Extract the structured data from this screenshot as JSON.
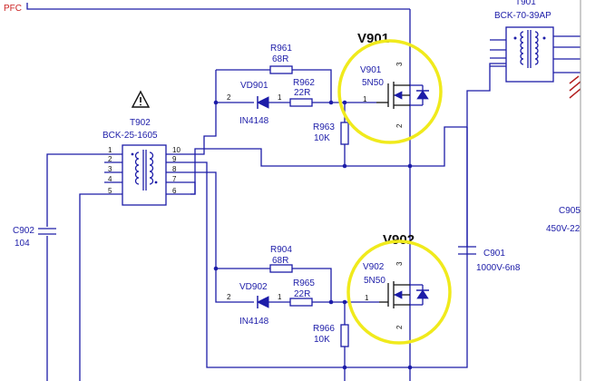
{
  "labels": {
    "pfc": "PFC",
    "t901_ref": "T901",
    "t901_part": "BCK-70-39AP",
    "t902_ref": "T902",
    "t902_part": "BCK-25-1605",
    "v901_callout": "V901",
    "v902_callout": "V902",
    "v901_ref": "V901",
    "v901_part": "5N50",
    "v902_ref": "V902",
    "v902_part": "5N50",
    "r961_ref": "R961",
    "r961_val": "68R",
    "r962_ref": "R962",
    "r962_val": "22R",
    "r963_ref": "R963",
    "r963_val": "10K",
    "r904_ref": "R904",
    "r904_val": "68R",
    "r965_ref": "R965",
    "r965_val": "22R",
    "r966_ref": "R966",
    "r966_val": "10K",
    "vd901_ref": "VD901",
    "vd901_part": "IN4148",
    "vd902_ref": "VD902",
    "vd902_part": "IN4148",
    "c902_ref": "C902",
    "c902_val": "104",
    "c901_ref": "C901",
    "c901_val": "1000V-6n8",
    "c905_ref": "C905",
    "c905_val": "450V-22"
  },
  "pins": {
    "t902_left": [
      "1",
      "2",
      "3",
      "4",
      "5"
    ],
    "t902_right": [
      "10",
      "9",
      "8",
      "7",
      "6"
    ],
    "v901": [
      "1",
      "2",
      "3"
    ],
    "v902": [
      "1",
      "2",
      "3"
    ],
    "vd901": [
      "2",
      "1"
    ],
    "vd902": [
      "2",
      "1"
    ]
  },
  "colors": {
    "wire": "#1c1ca8",
    "highlight": "#f0ea1c",
    "pfc_text": "#cc2222"
  },
  "icons": {
    "warning": "warning-triangle-icon"
  }
}
